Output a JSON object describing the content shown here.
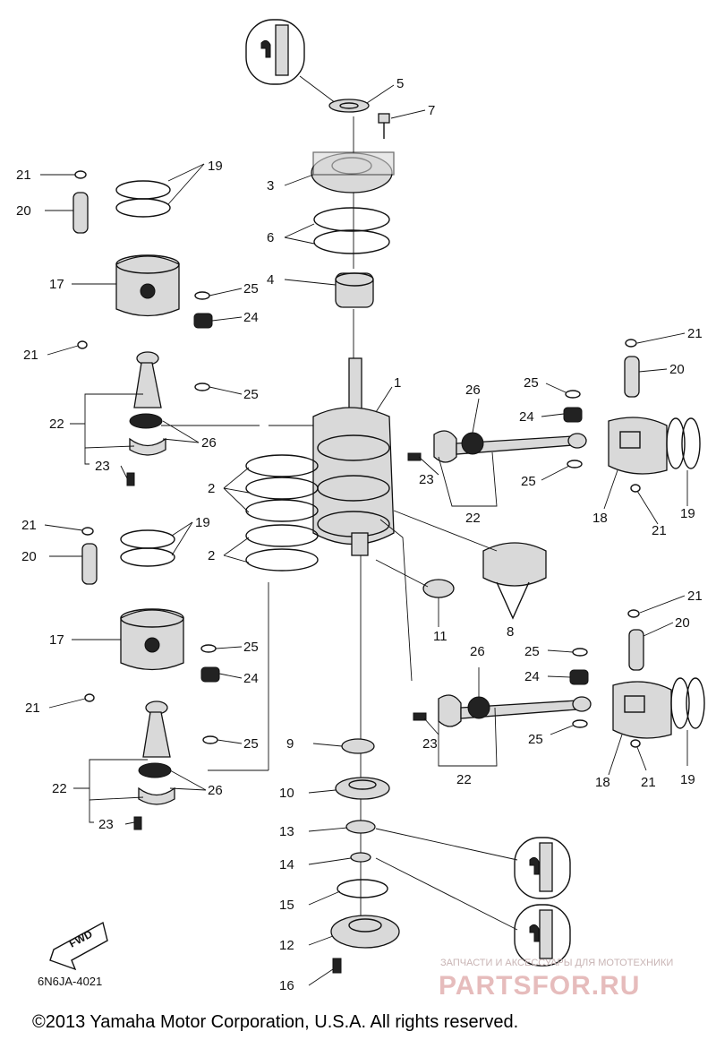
{
  "callouts": [
    {
      "id": "c5",
      "text": "5"
    },
    {
      "id": "c7",
      "text": "7"
    },
    {
      "id": "c3",
      "text": "3"
    },
    {
      "id": "c6",
      "text": "6"
    },
    {
      "id": "c4",
      "text": "4"
    },
    {
      "id": "c1",
      "text": "1"
    },
    {
      "id": "c21a",
      "text": "21"
    },
    {
      "id": "c19a",
      "text": "19"
    },
    {
      "id": "c20a",
      "text": "20"
    },
    {
      "id": "c17a",
      "text": "17"
    },
    {
      "id": "c25a",
      "text": "25"
    },
    {
      "id": "c24a",
      "text": "24"
    },
    {
      "id": "c21b",
      "text": "21"
    },
    {
      "id": "c25b",
      "text": "25"
    },
    {
      "id": "c22a",
      "text": "22"
    },
    {
      "id": "c26a",
      "text": "26"
    },
    {
      "id": "c23a",
      "text": "23"
    },
    {
      "id": "c2a",
      "text": "2"
    },
    {
      "id": "c2b",
      "text": "2"
    },
    {
      "id": "c21c",
      "text": "21"
    },
    {
      "id": "c19b",
      "text": "19"
    },
    {
      "id": "c20b",
      "text": "20"
    },
    {
      "id": "c17b",
      "text": "17"
    },
    {
      "id": "c25c",
      "text": "25"
    },
    {
      "id": "c24b",
      "text": "24"
    },
    {
      "id": "c21d",
      "text": "21"
    },
    {
      "id": "c25d",
      "text": "25"
    },
    {
      "id": "c22b",
      "text": "22"
    },
    {
      "id": "c26b",
      "text": "26"
    },
    {
      "id": "c23b",
      "text": "23"
    },
    {
      "id": "c26c",
      "text": "26"
    },
    {
      "id": "c25e",
      "text": "25"
    },
    {
      "id": "c24c",
      "text": "24"
    },
    {
      "id": "c21e",
      "text": "21"
    },
    {
      "id": "c20c",
      "text": "20"
    },
    {
      "id": "c23c",
      "text": "23"
    },
    {
      "id": "c25f",
      "text": "25"
    },
    {
      "id": "c22c",
      "text": "22"
    },
    {
      "id": "c18a",
      "text": "18"
    },
    {
      "id": "c21f",
      "text": "21"
    },
    {
      "id": "c19c",
      "text": "19"
    },
    {
      "id": "c8",
      "text": "8"
    },
    {
      "id": "c11",
      "text": "11"
    },
    {
      "id": "c26d",
      "text": "26"
    },
    {
      "id": "c25g",
      "text": "25"
    },
    {
      "id": "c24d",
      "text": "24"
    },
    {
      "id": "c21g",
      "text": "21"
    },
    {
      "id": "c20d",
      "text": "20"
    },
    {
      "id": "c23d",
      "text": "23"
    },
    {
      "id": "c25h",
      "text": "25"
    },
    {
      "id": "c22d",
      "text": "22"
    },
    {
      "id": "c18b",
      "text": "18"
    },
    {
      "id": "c21h",
      "text": "21"
    },
    {
      "id": "c19d",
      "text": "19"
    },
    {
      "id": "c9",
      "text": "9"
    },
    {
      "id": "c10",
      "text": "10"
    },
    {
      "id": "c13",
      "text": "13"
    },
    {
      "id": "c14",
      "text": "14"
    },
    {
      "id": "c15",
      "text": "15"
    },
    {
      "id": "c12",
      "text": "12"
    },
    {
      "id": "c16",
      "text": "16"
    }
  ],
  "fwd_label": "FWD",
  "diagram_code": "6N6JA-4021",
  "copyright": "©2013 Yamaha Motor Corporation, U.S.A. All rights reserved.",
  "watermark": {
    "tagline": "ЗАПЧАСТИ И АКСЕССУАРЫ ДЛЯ МОТОТЕХНИКИ",
    "brand": "PARTSFOR.RU"
  },
  "colors": {
    "ink": "#111111",
    "background": "#ffffff",
    "watermark": "#e6bcbc"
  }
}
